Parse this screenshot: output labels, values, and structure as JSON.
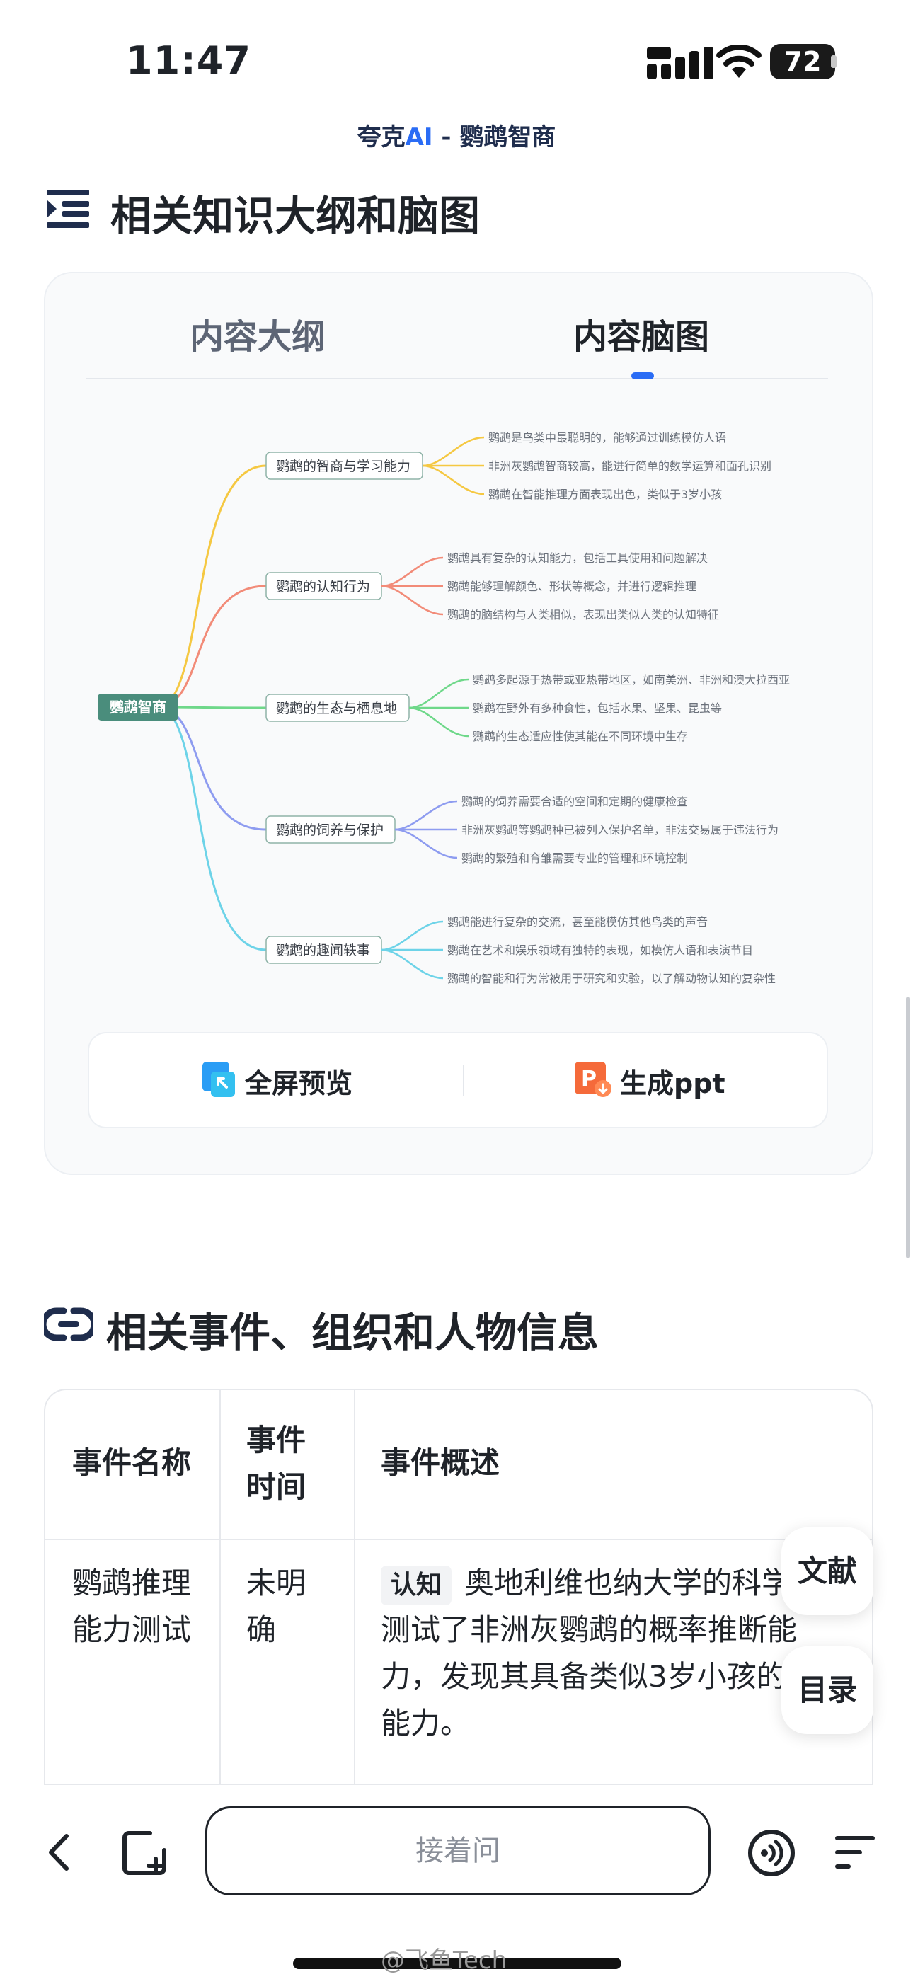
{
  "status_bar": {
    "time": "11:47",
    "battery": "72"
  },
  "app": {
    "title_prefix": "夸克",
    "title_ai": "AI",
    "title_suffix": " - 鹦鹉智商"
  },
  "section1": {
    "title": "相关知识大纲和脑图"
  },
  "tabs": {
    "outline": "内容大纲",
    "mindmap": "内容脑图"
  },
  "mindmap": {
    "root": "鹦鹉智商",
    "branches": [
      {
        "label": "鹦鹉的智商与学习能力",
        "color": "#f5c842",
        "leaves": [
          "鹦鹉是鸟类中最聪明的，能够通过训练模仿人语",
          "非洲灰鹦鹉智商较高，能进行简单的数学运算和面孔识别",
          "鹦鹉在智能推理方面表现出色，类似于3岁小孩"
        ]
      },
      {
        "label": "鹦鹉的认知行为",
        "color": "#f28b78",
        "leaves": [
          "鹦鹉具有复杂的认知能力，包括工具使用和问题解决",
          "鹦鹉能够理解颜色、形状等概念，并进行逻辑推理",
          "鹦鹉的脑结构与人类相似，表现出类似人类的认知特征"
        ]
      },
      {
        "label": "鹦鹉的生态与栖息地",
        "color": "#6fd88a",
        "leaves": [
          "鹦鹉多起源于热带或亚热带地区，如南美洲、非洲和澳大拉西亚",
          "鹦鹉在野外有多种食性，包括水果、坚果、昆虫等",
          "鹦鹉的生态适应性使其能在不同环境中生存"
        ]
      },
      {
        "label": "鹦鹉的饲养与保护",
        "color": "#8e9cf0",
        "leaves": [
          "鹦鹉的饲养需要合适的空间和定期的健康检查",
          "非洲灰鹦鹉等鹦鹉种已被列入保护名单，非法交易属于违法行为",
          "鹦鹉的繁殖和育雏需要专业的管理和环境控制"
        ]
      },
      {
        "label": "鹦鹉的趣闻轶事",
        "color": "#6dd3e8",
        "leaves": [
          "鹦鹉能进行复杂的交流，甚至能模仿其他鸟类的声音",
          "鹦鹉在艺术和娱乐领域有独特的表现，如模仿人语和表演节目",
          "鹦鹉的智能和行为常被用于研究和实验，以了解动物认知的复杂性"
        ]
      }
    ]
  },
  "actions": {
    "fullscreen": "全屏预览",
    "ppt": "生成ppt"
  },
  "section2": {
    "title": "相关事件、组织和人物信息"
  },
  "table": {
    "headers": [
      "事件名称",
      "事件时间",
      "事件概述"
    ],
    "rows": [
      {
        "name": "鹦鹉推理能力测试",
        "time": "未明确",
        "tag": "认知",
        "summary": "奥地利维也纳大学的科学家测试了非洲灰鹦鹉的概率推断能力，发现其具备类似3岁小孩的推理能力。"
      }
    ]
  },
  "float": {
    "refs": "文献",
    "toc": "目录"
  },
  "bottom": {
    "ask_placeholder": "接着问"
  },
  "watermark": "@飞鱼Tech"
}
